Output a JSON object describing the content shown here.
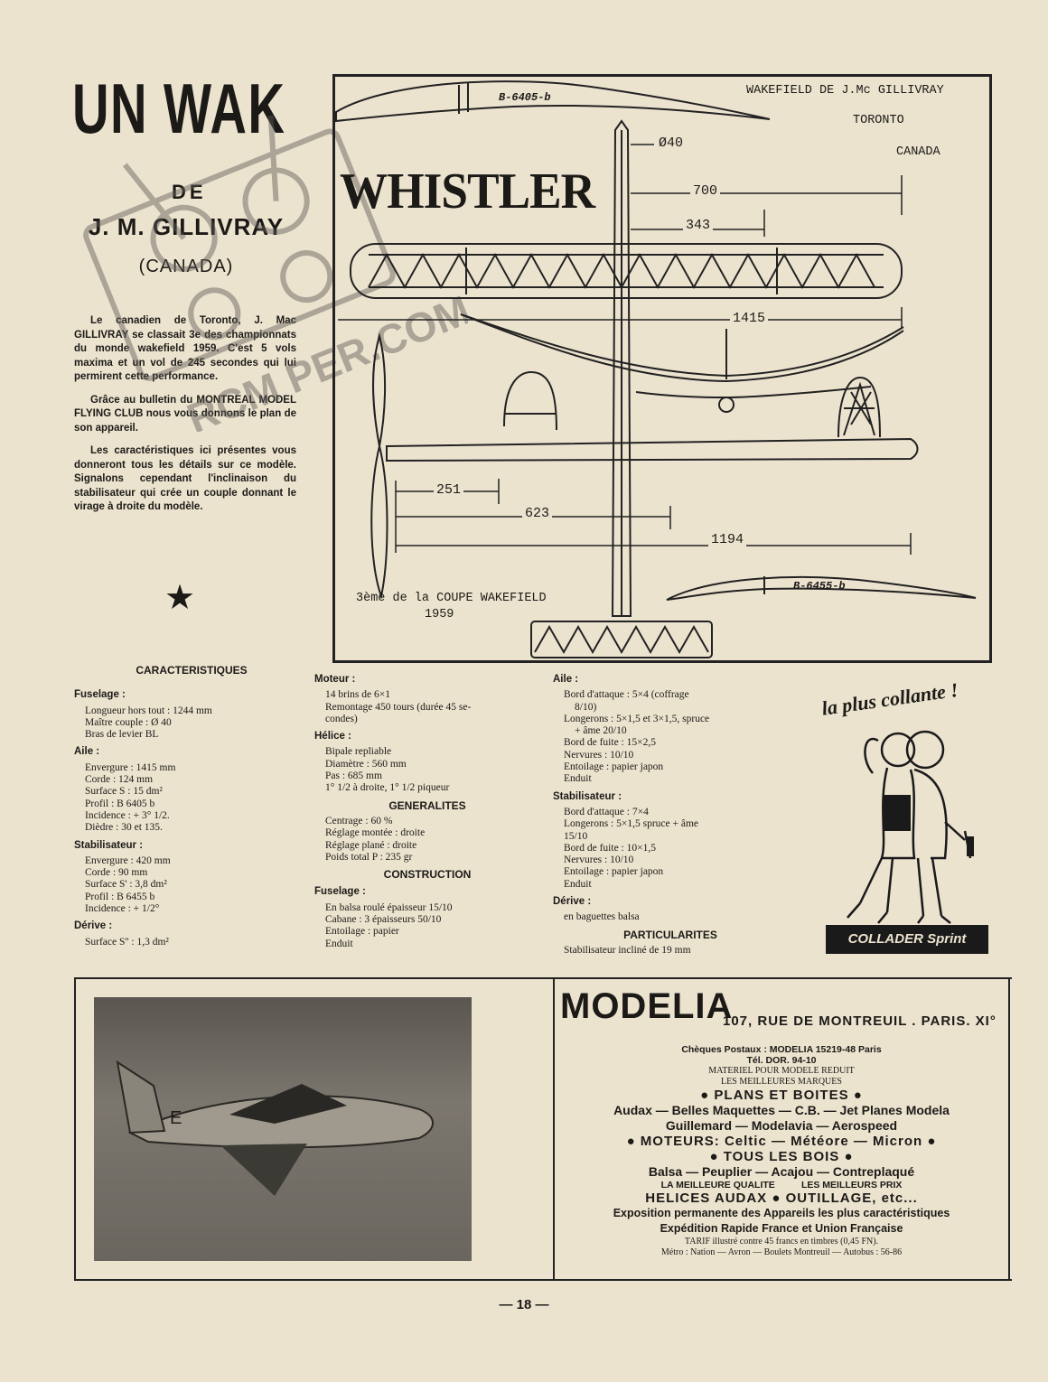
{
  "header": {
    "title": "UN WAK",
    "de": "DE",
    "author": "J. M. GILLIVRAY",
    "country": "(CANADA)"
  },
  "intro": {
    "p1": "Le canadien de Toronto, J. Mac GILLIVRAY se classait 3e des championnats du monde wakefield 1959. C'est 5 vols maxima et un vol de 245 secondes qui lui permirent cette performance.",
    "p2": "Grâce au bulletin du MONTREAL MODEL FLYING CLUB nous vous donnons le plan de son appareil.",
    "p3": "Les caractéristiques ici présentes vous donneront tous les détails sur ce modèle. Signalons cependant l'inclinaison du stabilisateur qui crée un couple donnant le virage à droite du modèle."
  },
  "star": "★",
  "stamp": {
    "text": "RCM PER.COM"
  },
  "plan": {
    "name": "WHISTLER",
    "note_lines": [
      "WAKEFIELD DE J.Mc GILLIVRAY",
      "TORONTO",
      "CANADA"
    ],
    "profile_top": "B-6405-b",
    "profile_bottom": "B-6455-b",
    "dims": {
      "diameter": "Ø40",
      "d700": "700",
      "d343": "343",
      "d1415": "1415",
      "d251": "251",
      "d623": "623",
      "d1194": "1194"
    },
    "caption_lines": [
      "3ème de la COUPE WAKEFIELD",
      "1959"
    ]
  },
  "specs": {
    "heading": "CARACTERISTIQUES",
    "col1": [
      {
        "h": "Fuselage :",
        "lines": [
          "Longueur hors tout : 1244 mm",
          "Maître couple : Ø 40",
          "Bras de levier BL"
        ]
      },
      {
        "h": "Aile :",
        "lines": [
          "Envergure : 1415 mm",
          "Corde : 124 mm",
          "Surface S : 15 dm²",
          "Profil : B 6405 b",
          "Incidence : + 3° 1/2.",
          "Dièdre : 30 et 135."
        ]
      },
      {
        "h": "Stabilisateur :",
        "lines": [
          "Envergure : 420 mm",
          "Corde : 90 mm",
          "Surface S' : 3,8 dm²",
          "Profil : B 6455 b",
          "Incidence : + 1/2°"
        ]
      },
      {
        "h": "Dérive :",
        "lines": [
          "Surface S'' : 1,3 dm²"
        ]
      }
    ],
    "col2": {
      "moteur_h": "Moteur :",
      "moteur": [
        "14 brins de 6×1",
        "Remontage 450 tours (durée 45 se-",
        "condes)"
      ],
      "helice_h": "Hélice :",
      "helice": [
        "Bipale repliable",
        "Diamètre : 560 mm",
        "Pas : 685 mm",
        "1° 1/2 à droite, 1° 1/2 piqueur"
      ],
      "generalites_h": "GENERALITES",
      "generalites": [
        "Centrage : 60 %",
        "Réglage montée : droite",
        "Réglage plané : droite",
        "Poids total P : 235 gr"
      ],
      "construction_h": "CONSTRUCTION",
      "fuselage_h": "Fuselage :",
      "fuselage": [
        "En balsa roulé épaisseur 15/10",
        "Cabane : 3 épaisseurs 50/10",
        "Entoilage : papier",
        "Enduit"
      ]
    },
    "col3": {
      "aile_h": "Aile :",
      "aile": [
        "Bord d'attaque : 5×4 (coffrage",
        "8/10)",
        "Longerons : 5×1,5 et 3×1,5, spruce",
        "+ âme 20/10",
        "Bord de fuite : 15×2,5",
        "Nervures : 10/10",
        "Entoilage : papier japon",
        "Enduit"
      ],
      "stab_h": "Stabilisateur :",
      "stab": [
        "Bord d'attaque : 7×4",
        "Longerons : 5×1,5 spruce + âme",
        "15/10",
        "Bord de fuite : 10×1,5",
        "Nervures : 10/10",
        "Entoilage : papier japon",
        "Enduit"
      ],
      "derive_h": "Dérive :",
      "derive": [
        "en baguettes balsa"
      ],
      "part_h": "PARTICULARITES",
      "part": [
        "Stabilisateur incliné de 19 mm"
      ]
    }
  },
  "ad_colle": {
    "slogan": "la plus collante !",
    "brand": "COLLADER Sprint"
  },
  "modelia": {
    "logo": "MODELIA",
    "address": "107, RUE DE MONTREUIL . PARIS. XI°",
    "lines": [
      {
        "t": "Chèques Postaux : MODELIA 15219-48 Paris",
        "c": "m-small"
      },
      {
        "t": "Tél. DOR. 94-10",
        "c": "m-small"
      },
      {
        "t": "MATERIEL POUR MODELE REDUIT",
        "c": "m-tiny"
      },
      {
        "t": "LES MEILLEURES MARQUES",
        "c": "m-tiny"
      },
      {
        "t": "● PLANS ET BOITES ●",
        "c": "m-big"
      },
      {
        "t": "Audax — Belles Maquettes — C.B. — Jet Planes Modela",
        "c": "m-mid"
      },
      {
        "t": "Guillemard — Modelavia — Aerospeed",
        "c": "m-mid"
      },
      {
        "t": "● MOTEURS: Celtic — Météore — Micron ●",
        "c": "m-big"
      },
      {
        "t": "● TOUS LES BOIS ●",
        "c": "m-big"
      },
      {
        "t": "Balsa — Peuplier — Acajou — Contreplaqué",
        "c": "m-mid"
      },
      {
        "t": "LA MEILLEURE QUALITE          LES MEILLEURS PRIX",
        "c": "m-small"
      },
      {
        "t": "HELICES AUDAX ● OUTILLAGE, etc...",
        "c": "m-big"
      },
      {
        "t": "Exposition permanente des Appareils les plus caractéristiques",
        "c": "m-mid"
      },
      {
        "t": "Expédition Rapide France et Union Française",
        "c": "m-mid"
      },
      {
        "t": "TARIF illustré contre 45 francs en timbres (0,45 FN).",
        "c": "m-tiny"
      },
      {
        "t": "Métro : Nation — Avron — Boulets Montreuil — Autobus : 56-86",
        "c": "m-tiny"
      }
    ]
  },
  "page_number": "— 18 —"
}
